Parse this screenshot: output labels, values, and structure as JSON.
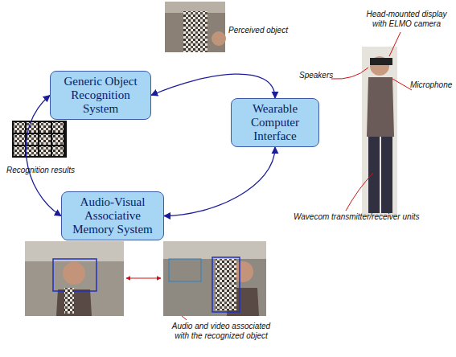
{
  "diagram": {
    "nodes": [
      {
        "text": [
          "Generic Object Recognition System"
        ]
      },
      {
        "text": [
          "Wearable Computer Interface"
        ]
      },
      {
        "text": [
          "Audio-Visual Associative Memory System"
        ]
      }
    ],
    "edges": [
      {
        "from": 0,
        "to": 1,
        "arrow": "both"
      },
      {
        "from": 0,
        "to": 2,
        "arrow": "both"
      },
      {
        "from": 2,
        "to": 1,
        "arrow": "both"
      }
    ],
    "labels": [
      "Perceived object",
      "Recognition results",
      "Speakers",
      "Head-mounted display with ELMO camera",
      "Microphone",
      "Wavecom transmitter/receiver units",
      "Audio and video associated with the recognized object"
    ]
  }
}
